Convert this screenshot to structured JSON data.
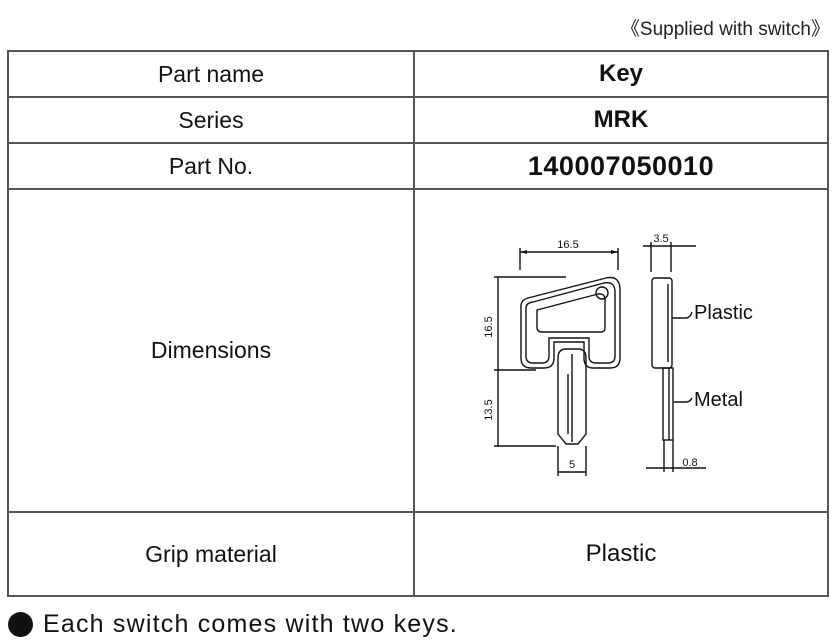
{
  "supplied_note": "《Supplied with switch》",
  "table": {
    "rows": [
      {
        "label": "Part name",
        "value": "Key"
      },
      {
        "label": "Series",
        "value": "MRK"
      },
      {
        "label": "Part No.",
        "value": "140007050010"
      },
      {
        "label": "Dimensions"
      },
      {
        "label": "Grip material",
        "value": "Plastic"
      }
    ]
  },
  "drawing": {
    "dims": {
      "width_top": "16.5",
      "thickness_top": "3.5",
      "height_grip": "16.5",
      "height_blade": "13.5",
      "blade_width": "5",
      "blade_thickness": "0.8"
    },
    "callouts": {
      "plastic": "Plastic",
      "metal": "Metal"
    }
  },
  "footer_note": "Each switch comes with two keys."
}
